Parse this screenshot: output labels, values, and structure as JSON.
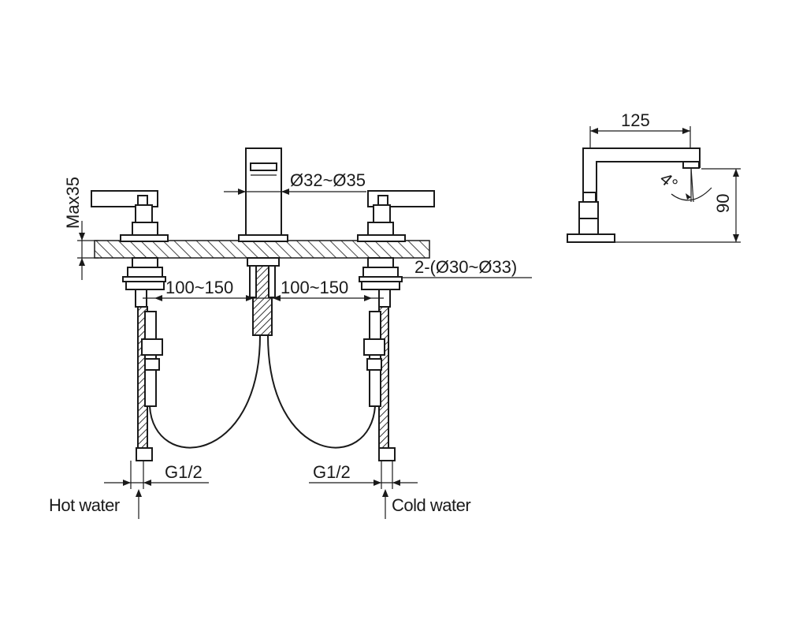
{
  "front_view": {
    "dimensions": {
      "max_height": "Max35",
      "spout_hole": "Ø32~Ø35",
      "handle_holes": "2-(Ø30~Ø33)",
      "spacing_left": "100~150",
      "spacing_right": "100~150",
      "thread_left": "G1/2",
      "thread_right": "G1/2"
    },
    "labels": {
      "hot_water": "Hot water",
      "cold_water": "Cold water"
    }
  },
  "side_view": {
    "dimensions": {
      "reach": "125",
      "height": "90",
      "angle": "4°"
    }
  }
}
